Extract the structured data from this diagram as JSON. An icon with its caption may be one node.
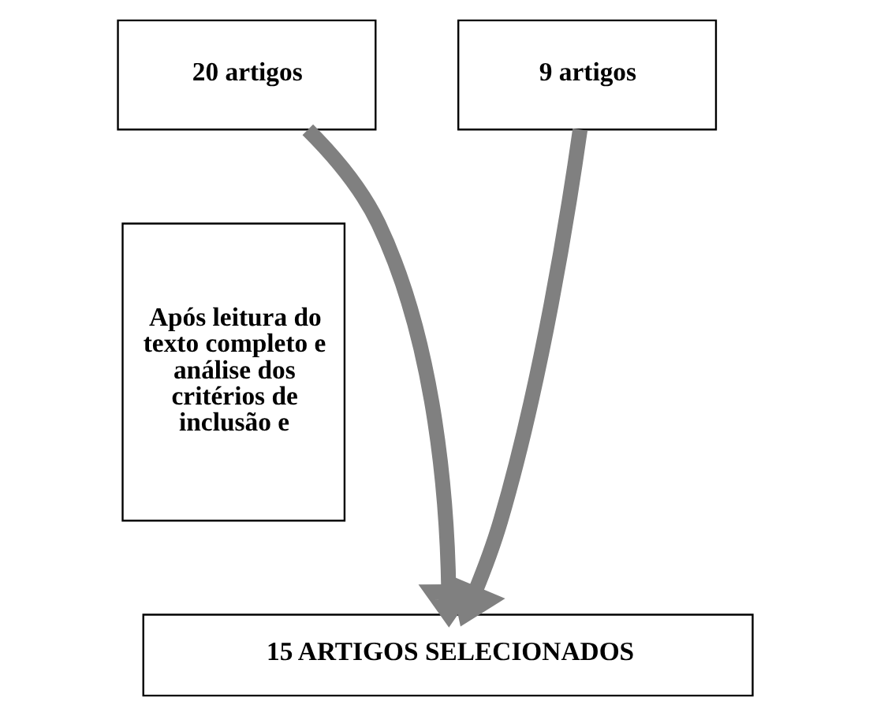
{
  "diagram": {
    "nodes": [
      {
        "text": [
          "20 artigos"
        ]
      },
      {
        "text": [
          "9 artigos"
        ]
      },
      {
        "text": [
          "Após leitura do texto completo e análise dos critérios de inclusão e"
        ]
      },
      {
        "text": [
          "15 ARTIGOS SELECIONADOS"
        ]
      }
    ],
    "edges": [
      {
        "from": 0,
        "to": 3,
        "arrow": "to"
      },
      {
        "from": 1,
        "to": 3,
        "arrow": "to"
      }
    ]
  }
}
